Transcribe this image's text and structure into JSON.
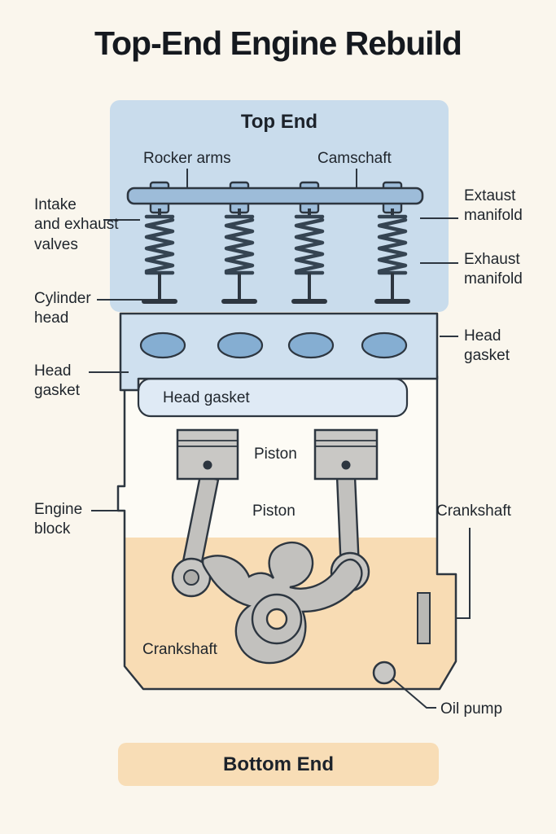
{
  "page": {
    "title": "Top-End Engine Rebuild"
  },
  "sections": {
    "top_end": {
      "heading": "Top End"
    },
    "bottom_end": {
      "heading": "Bottom End"
    }
  },
  "labels": {
    "rocker_arms": "Rocker arms",
    "camshaft": "Camschaft",
    "intake_exhaust_valves": "Intake\nand exhaust\nvalves",
    "extaust_manifold": "Extaust\nmanifold",
    "exhaust_manifold": "Exhaust\nmanifold",
    "cylinder_head": "Cylinder\nhead",
    "head_gasket_left": "Head\ngasket",
    "head_gasket_right": "Head\ngasket",
    "head_gasket_inner": "Head gasket",
    "piston_upper": "Piston",
    "piston_lower": "Piston",
    "engine_block": "Engine\nblock",
    "crankshaft_right": "Crankshaft",
    "crankshaft_inner": "Crankshaft",
    "oil_pump": "Oil pump"
  },
  "colors": {
    "background": "#faf6ed",
    "top_end_panel": "#c9dcec",
    "bottom_end_banner": "#f8ddb6",
    "oil_pan_fill": "#f8dcb4",
    "cylinder_head_fill": "#cfe0ef",
    "port_fill": "#85aed2",
    "head_gasket_fill": "#dfeaf5",
    "rocker_fill": "#9dbcd9",
    "spring_color": "#354452",
    "metal_gray": "#c7c6c3",
    "outline": "#2d3640"
  }
}
